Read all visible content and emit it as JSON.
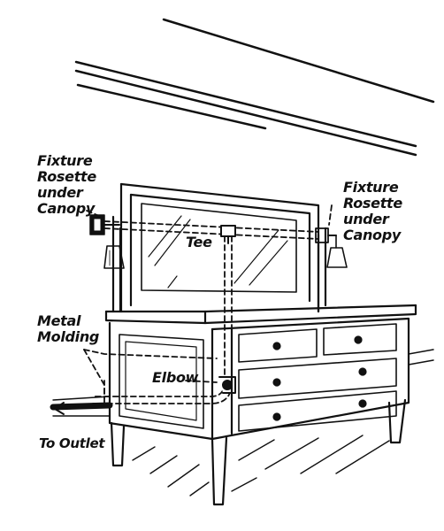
{
  "labels": {
    "fixture_left": {
      "line1": "Fixture",
      "line2": "Rosette",
      "line3": "under",
      "line4": "Canopy"
    },
    "fixture_right": {
      "line1": "Fixture",
      "line2": "Rosette",
      "line3": "under",
      "line4": "Canopy"
    },
    "tee": "Tee",
    "metal_molding": {
      "line1": "Metal",
      "line2": "Molding"
    },
    "elbow": "Elbow",
    "to_outlet": "To Outlet"
  },
  "colors": {
    "ink": "#111111",
    "paper": "#ffffff"
  }
}
